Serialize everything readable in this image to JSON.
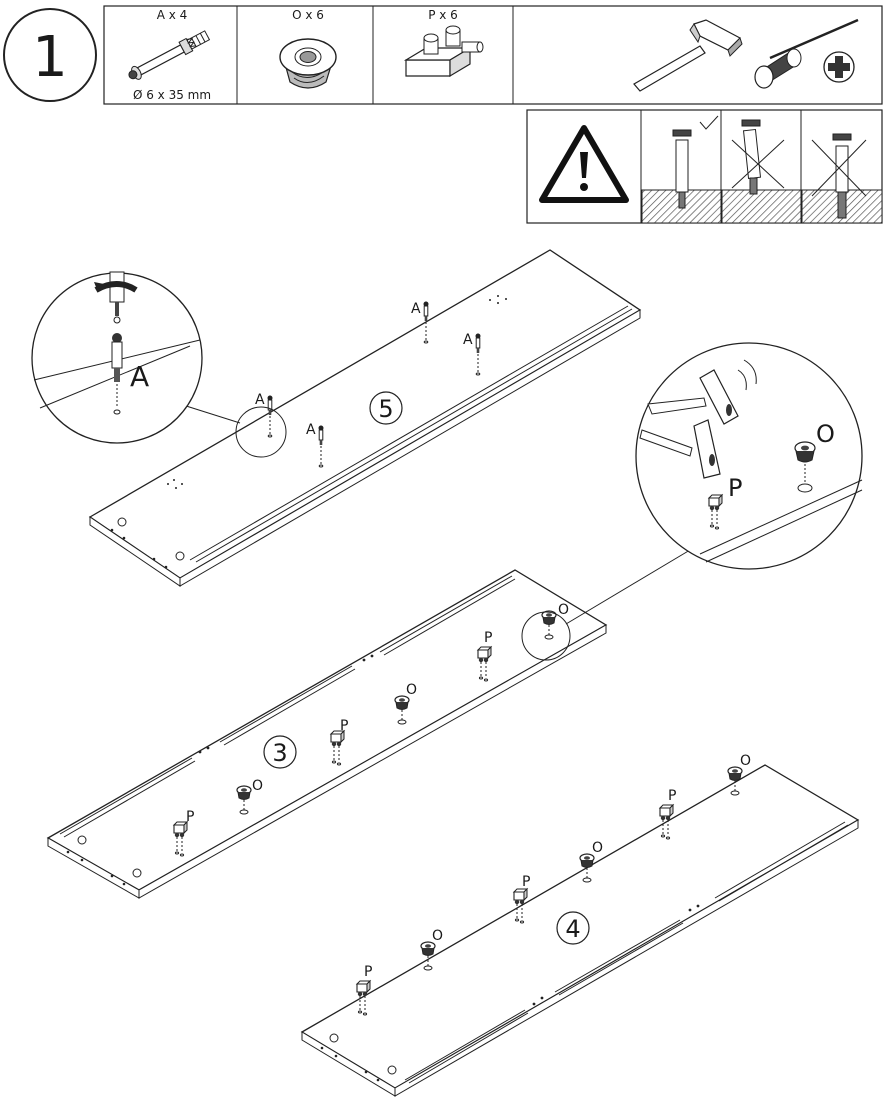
{
  "step": {
    "number": "1"
  },
  "parts": [
    {
      "label": "A x 4",
      "dimension": "Ø 6 x 35 mm",
      "icon": "cam-bolt-icon"
    },
    {
      "label": "O x 6",
      "icon": "cam-lock-nut-icon"
    },
    {
      "label": "P x 6",
      "icon": "shelf-support-pin-icon"
    }
  ],
  "tools": [
    {
      "icon": "hammer-icon"
    },
    {
      "icon": "phillips-screwdriver-icon"
    }
  ],
  "warning": {
    "icon": "warning-triangle-icon",
    "panels": [
      {
        "state": "correct",
        "icon": "bolt-correct-depth-icon"
      },
      {
        "state": "incorrect",
        "icon": "bolt-too-shallow-icon"
      },
      {
        "state": "incorrect",
        "icon": "bolt-too-deep-icon"
      }
    ]
  },
  "boards": [
    {
      "number": "5",
      "part_labels": [
        "A",
        "A",
        "A",
        "A"
      ]
    },
    {
      "number": "3",
      "part_labels": [
        "O",
        "P",
        "O",
        "P",
        "O",
        "P"
      ]
    },
    {
      "number": "4",
      "part_labels": [
        "O",
        "P",
        "O",
        "P",
        "O",
        "P"
      ]
    }
  ],
  "details": [
    {
      "label": "A",
      "icon": "screwdriver-rotate-icon"
    },
    {
      "label_nut": "O",
      "label_pin": "P",
      "icon": "hammer-tap-icon"
    }
  ]
}
